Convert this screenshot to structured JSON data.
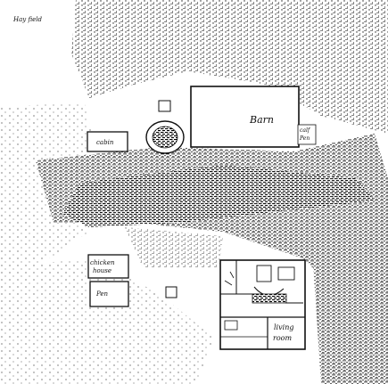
{
  "map": {
    "field_label": "Hay field",
    "barn_label": "Barn",
    "cabin_label": "cabin",
    "chicken_house_label_line1": "chicken",
    "chicken_house_label_line2": "house",
    "pen_label": "Pen",
    "living_room_label_line1": "living",
    "living_room_label_line2": "room",
    "side_note_line1": "calf",
    "side_note_line2": "Pen"
  },
  "colors": {
    "ink": "#111111",
    "paper": "#ffffff"
  }
}
